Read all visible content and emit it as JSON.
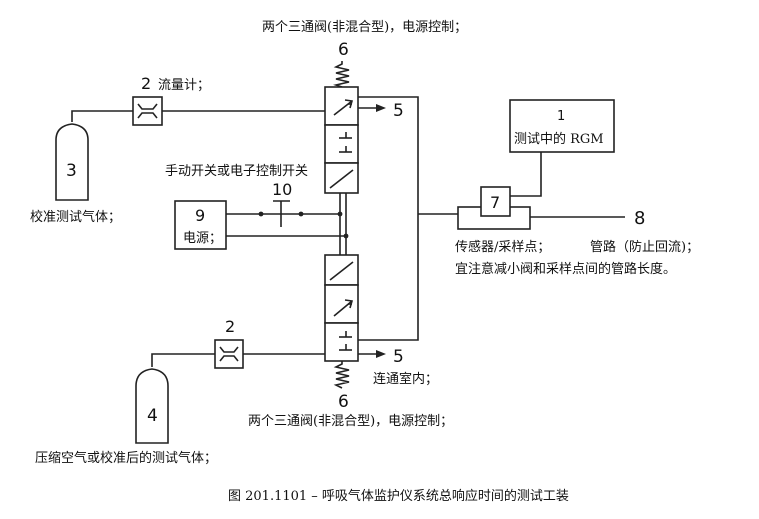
{
  "labels": {
    "valve_top_caption": "两个三通阀(非混合型)，电源控制；",
    "valve_bottom_caption": "两个三通阀(非混合型)，电源控制；",
    "spring_top_num": "6",
    "spring_bottom_num": "6",
    "exhaust_top_num": "5",
    "exhaust_bottom_num": "5",
    "flowmeter_top_num": "2",
    "flowmeter_top_label": "流量计；",
    "flowmeter_bottom_num": "2",
    "cyl3_num": "3",
    "cyl3_label": "校准测试气体；",
    "cyl4_num": "4",
    "cyl4_label": "压缩空气或校准后的测试气体；",
    "switch_label": "手动开关或电子控制开关",
    "switch_num": "10",
    "power_num": "9",
    "power_label": "电源；",
    "rgm_num": "1",
    "rgm_label": "测试中的 RGM",
    "sensor_num": "7",
    "sensor_label": "传感器/采样点；",
    "pipe_num": "8",
    "pipe_label": "管路（防止回流)；",
    "pipe_note": "宜注意减小阀和采样点间的管路长度。",
    "vent_label": "连通室内；",
    "figure_caption": "图  201.1101 –  呼吸气体监护仪系统总响应时间的测试工装"
  }
}
